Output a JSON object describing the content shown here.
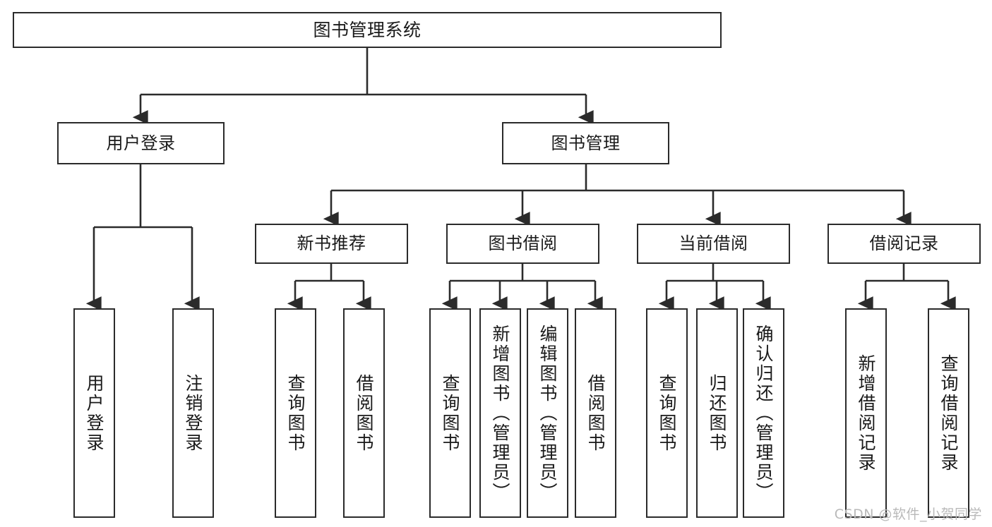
{
  "diagram": {
    "type": "tree-hierarchy-chart",
    "title": "图书管理系统",
    "watermark": "CSDN @软件_小贺同学",
    "colors": {
      "box_border": "#2b2b2b",
      "box_fill": "#ffffff",
      "connector": "#2b2b2b",
      "text": "#1a1a1a",
      "watermark": "#b9b9b9",
      "background": "#ffffff"
    },
    "nodes": {
      "root": {
        "label": "图书管理系统",
        "level": 1,
        "orientation": "horizontal"
      },
      "level2": [
        {
          "id": "user-login",
          "label": "用户登录",
          "orientation": "horizontal"
        },
        {
          "id": "book-management",
          "label": "图书管理",
          "orientation": "horizontal"
        }
      ],
      "level3": [
        {
          "id": "new-book-recommend",
          "label": "新书推荐",
          "orientation": "horizontal"
        },
        {
          "id": "book-borrow",
          "label": "图书借阅",
          "orientation": "horizontal"
        },
        {
          "id": "current-borrow",
          "label": "当前借阅",
          "orientation": "horizontal"
        },
        {
          "id": "borrow-record",
          "label": "借阅记录",
          "orientation": "horizontal"
        }
      ],
      "leaves": [
        {
          "id": "leaf-user-login",
          "label": "用户登录",
          "parent": "user-login",
          "orientation": "vertical"
        },
        {
          "id": "leaf-logout-login",
          "label": "注销登录",
          "parent": "user-login",
          "orientation": "vertical"
        },
        {
          "id": "leaf-query-book-1",
          "label": "查询图书",
          "parent": "new-book-recommend",
          "orientation": "vertical"
        },
        {
          "id": "leaf-borrow-book-1",
          "label": "借阅图书",
          "parent": "new-book-recommend",
          "orientation": "vertical"
        },
        {
          "id": "leaf-query-book-2",
          "label": "查询图书",
          "parent": "book-borrow",
          "orientation": "vertical"
        },
        {
          "id": "leaf-add-book",
          "label": "新增图书（管理员）",
          "parent": "book-borrow",
          "orientation": "vertical"
        },
        {
          "id": "leaf-edit-book",
          "label": "编辑图书（管理员）",
          "parent": "book-borrow",
          "orientation": "vertical"
        },
        {
          "id": "leaf-borrow-book-2",
          "label": "借阅图书",
          "parent": "book-borrow",
          "orientation": "vertical"
        },
        {
          "id": "leaf-query-book-3",
          "label": "查询图书",
          "parent": "current-borrow",
          "orientation": "vertical"
        },
        {
          "id": "leaf-return-book",
          "label": "归还图书",
          "parent": "current-borrow",
          "orientation": "vertical"
        },
        {
          "id": "leaf-confirm-return",
          "label": "确认归还（管理员）",
          "parent": "current-borrow",
          "orientation": "vertical"
        },
        {
          "id": "leaf-add-record",
          "label": "新增借阅记录",
          "parent": "borrow-record",
          "orientation": "vertical"
        },
        {
          "id": "leaf-query-record",
          "label": "查询借阅记录",
          "parent": "borrow-record",
          "orientation": "vertical"
        }
      ]
    }
  }
}
